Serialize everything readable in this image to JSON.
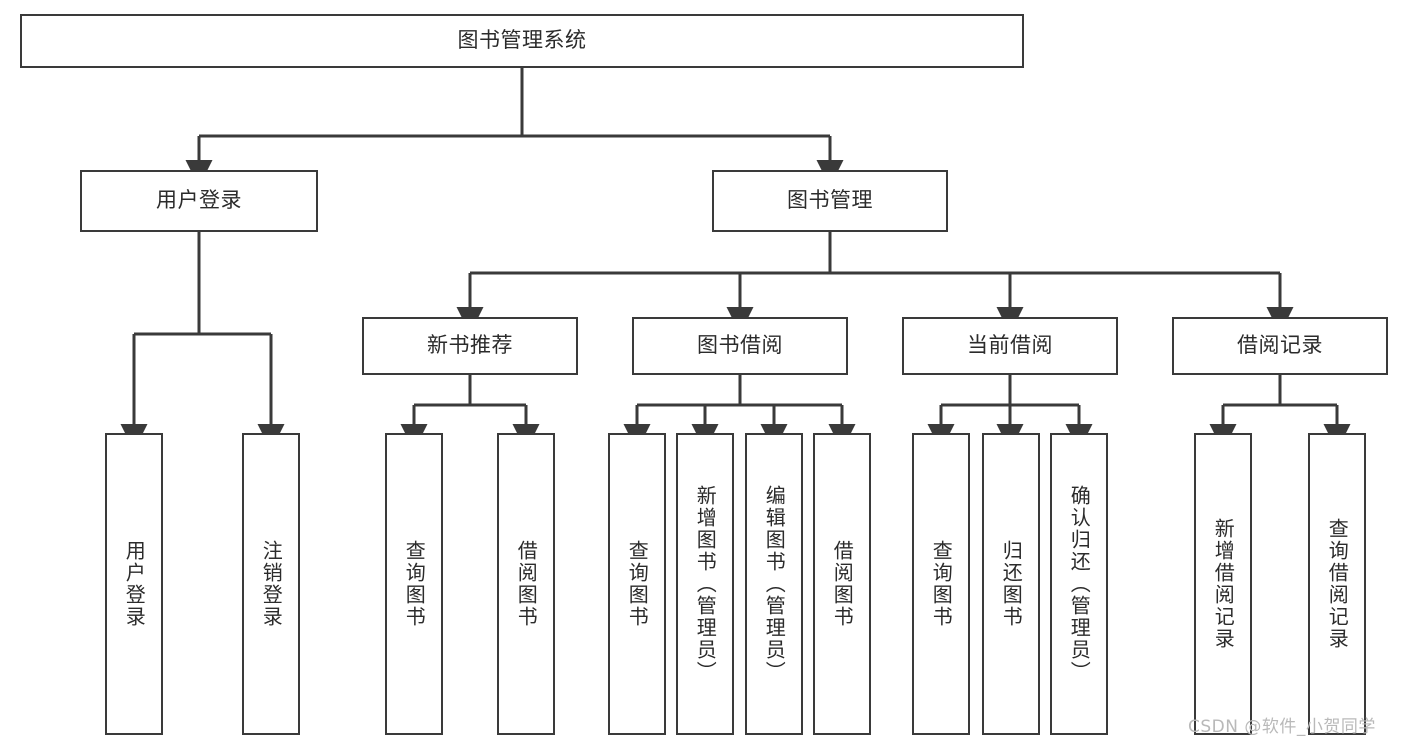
{
  "diagram": {
    "type": "tree",
    "title": "图书管理系统",
    "root": {
      "id": "root",
      "label": "图书管理系统"
    },
    "level2": [
      {
        "id": "user-login",
        "label": "用户登录"
      },
      {
        "id": "book-manage",
        "label": "图书管理"
      }
    ],
    "level3": [
      {
        "id": "new-book-rec",
        "label": "新书推荐",
        "parent": "book-manage"
      },
      {
        "id": "book-borrow",
        "label": "图书借阅",
        "parent": "book-manage"
      },
      {
        "id": "current-borrow",
        "label": "当前借阅",
        "parent": "book-manage"
      },
      {
        "id": "borrow-record",
        "label": "借阅记录",
        "parent": "book-manage"
      }
    ],
    "leaves": [
      {
        "id": "leaf-user-login",
        "label": "用户登录",
        "parent": "user-login"
      },
      {
        "id": "leaf-user-logout",
        "label": "注销登录",
        "parent": "user-login"
      },
      {
        "id": "leaf-query-book-1",
        "label": "查询图书",
        "parent": "new-book-rec"
      },
      {
        "id": "leaf-borrow-book-1",
        "label": "借阅图书",
        "parent": "new-book-rec"
      },
      {
        "id": "leaf-query-book-2",
        "label": "查询图书",
        "parent": "book-borrow"
      },
      {
        "id": "leaf-add-book",
        "label": "新增图书（管理员）",
        "parent": "book-borrow"
      },
      {
        "id": "leaf-edit-book",
        "label": "编辑图书（管理员）",
        "parent": "book-borrow"
      },
      {
        "id": "leaf-borrow-book-2",
        "label": "借阅图书",
        "parent": "book-borrow"
      },
      {
        "id": "leaf-query-book-3",
        "label": "查询图书",
        "parent": "current-borrow"
      },
      {
        "id": "leaf-return-book",
        "label": "归还图书",
        "parent": "current-borrow"
      },
      {
        "id": "leaf-confirm-return",
        "label": "确认归还（管理员）",
        "parent": "current-borrow"
      },
      {
        "id": "leaf-add-record",
        "label": "新增借阅记录",
        "parent": "borrow-record"
      },
      {
        "id": "leaf-query-record",
        "label": "查询借阅记录",
        "parent": "borrow-record"
      }
    ],
    "colors": {
      "border": "#3a3a3a",
      "text": "#2b2b2b",
      "background": "#ffffff",
      "connector": "#3a3a3a",
      "watermark": "#b9b9b9"
    }
  },
  "watermark": {
    "text": "CSDN @软件_小贺同学"
  }
}
